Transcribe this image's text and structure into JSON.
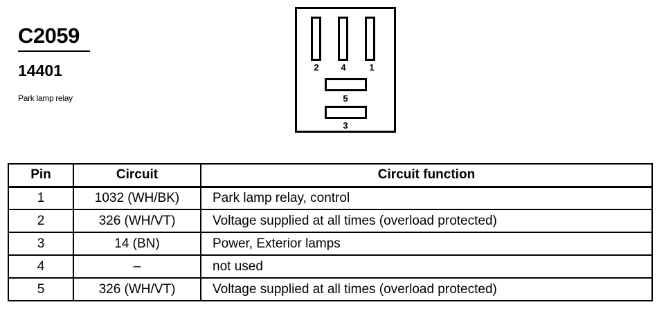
{
  "connector": {
    "id": "C2059",
    "part_number": "14401",
    "description": "Park lamp relay"
  },
  "face_view": {
    "pins": [
      "2",
      "4",
      "1",
      "5",
      "3"
    ]
  },
  "pin_table": {
    "headers": [
      "Pin",
      "Circuit",
      "Circuit function"
    ],
    "rows": [
      {
        "pin": "1",
        "circuit": "1032 (WH/BK)",
        "function": "Park lamp relay, control"
      },
      {
        "pin": "2",
        "circuit": "326 (WH/VT)",
        "function": "Voltage supplied at all times (overload protected)"
      },
      {
        "pin": "3",
        "circuit": "14 (BN)",
        "function": "Power, Exterior lamps"
      },
      {
        "pin": "4",
        "circuit": "–",
        "function": "not used"
      },
      {
        "pin": "5",
        "circuit": "326 (WH/VT)",
        "function": "Voltage supplied at all times (overload protected)"
      }
    ]
  }
}
